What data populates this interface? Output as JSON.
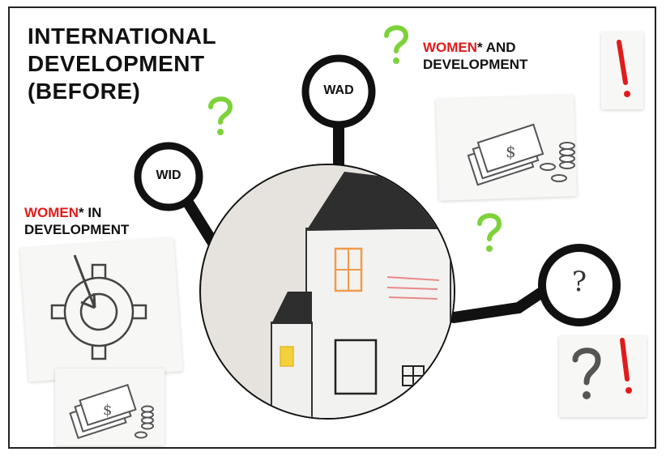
{
  "title": {
    "line1": "INTERNATIONAL",
    "line2": "DEVELOPMENT",
    "line3": "(BEFORE)"
  },
  "wid": {
    "bubble_label": "WID",
    "accent": "WOMEN",
    "rest_line1": "* IN",
    "line2": "DEVELOPMENT"
  },
  "wad": {
    "bubble_label": "WAD",
    "accent": "WOMEN",
    "rest_line1": "* AND",
    "line2": "DEVELOPMENT"
  },
  "unknown_bubble": {
    "glyph": "?"
  },
  "colors": {
    "accent_red": "#e01b1b",
    "question_green": "#7dd23a",
    "ink": "#111111"
  },
  "icons": [
    "question-mark-green-icon",
    "exclamation-mark-red-icon",
    "money-stack-icon",
    "coin-stack-icon",
    "gear-arrow-icon",
    "house-drawing"
  ]
}
